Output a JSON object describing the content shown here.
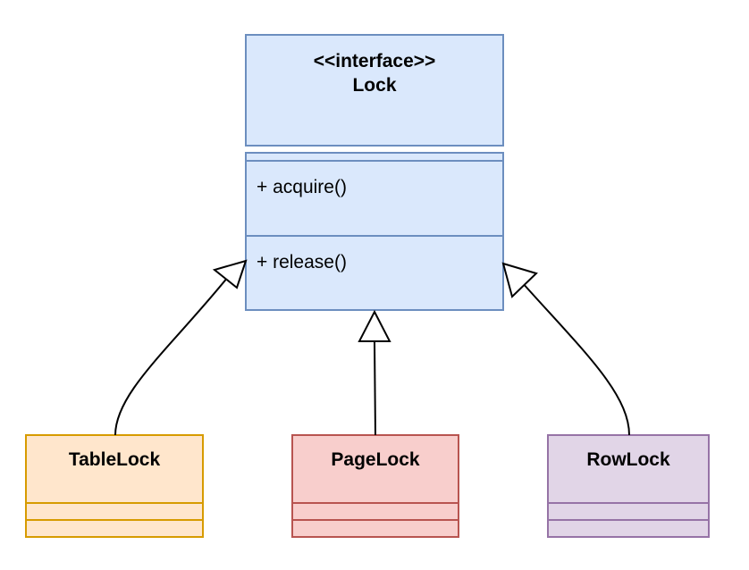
{
  "interface": {
    "stereotype": "<<interface>>",
    "name": "Lock",
    "methods": [
      "+ acquire()",
      "+ release()"
    ],
    "fill": "#dae8fc",
    "stroke": "#6c8ebf"
  },
  "classes": [
    {
      "name": "TableLock",
      "fill": "#ffe6cc",
      "stroke": "#d79b00"
    },
    {
      "name": "PageLock",
      "fill": "#f8cecc",
      "stroke": "#b85450"
    },
    {
      "name": "RowLock",
      "fill": "#e1d5e7",
      "stroke": "#9673a6"
    }
  ],
  "relations": [
    {
      "from": "TableLock",
      "to": "Lock",
      "type": "realization"
    },
    {
      "from": "PageLock",
      "to": "Lock",
      "type": "realization"
    },
    {
      "from": "RowLock",
      "to": "Lock",
      "type": "realization"
    }
  ]
}
